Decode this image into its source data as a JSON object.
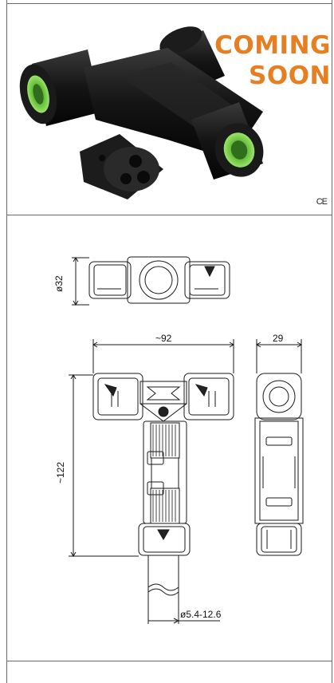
{
  "badge": {
    "line1": "COMING",
    "line2": "SOON",
    "color": "#e67e22"
  },
  "certification": "CE",
  "dimensions": {
    "top_diameter": "ø32",
    "width": "~92",
    "depth": "29",
    "height": "~122",
    "cable_range": "ø5.4-12.6"
  },
  "colors": {
    "product_body": "#141414",
    "seal_accent": "#7bd64a",
    "border": "#6b6b6b"
  }
}
